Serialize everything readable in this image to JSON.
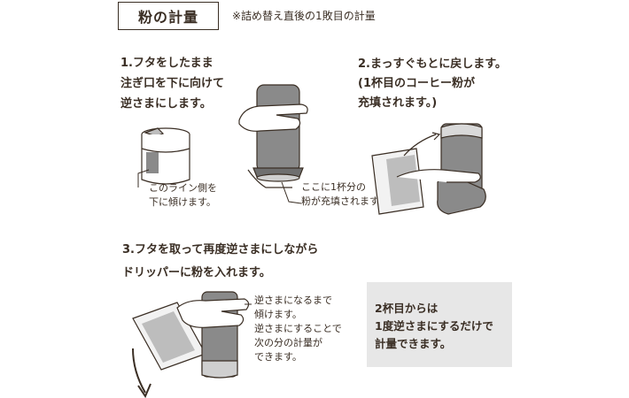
{
  "header": {
    "title": "粉の計量",
    "note": "※詰め替え直後の1敗目の計量"
  },
  "step1": {
    "lines": [
      "1.フタをしたまま",
      "注ぎ口を下に向けて",
      "逆さまにします。"
    ],
    "caption": [
      "このライン側を",
      "下に傾けます。"
    ]
  },
  "step2": {
    "lines": [
      "2.まっすぐもとに戻します。",
      "(1杯目のコーヒー粉が",
      "充填されます。)"
    ],
    "caption": [
      "ここに1杯分の",
      "粉が充填されます。"
    ]
  },
  "step3": {
    "lines": [
      "3.フタを取って再度逆さまにしながら",
      "ドリッパーに粉を入れます。"
    ],
    "caption": [
      "逆さまになるまで",
      "傾けます。",
      "逆さまにすることで",
      "次の分の計量が",
      "できます。"
    ]
  },
  "info": {
    "lines": [
      "2杯目からは",
      "1度逆さまにするだけで",
      "計量できます。"
    ]
  },
  "colors": {
    "text": "#3a2e24",
    "canister_fill": "#8a8a8a",
    "infobox_bg": "#e7e7e7"
  }
}
